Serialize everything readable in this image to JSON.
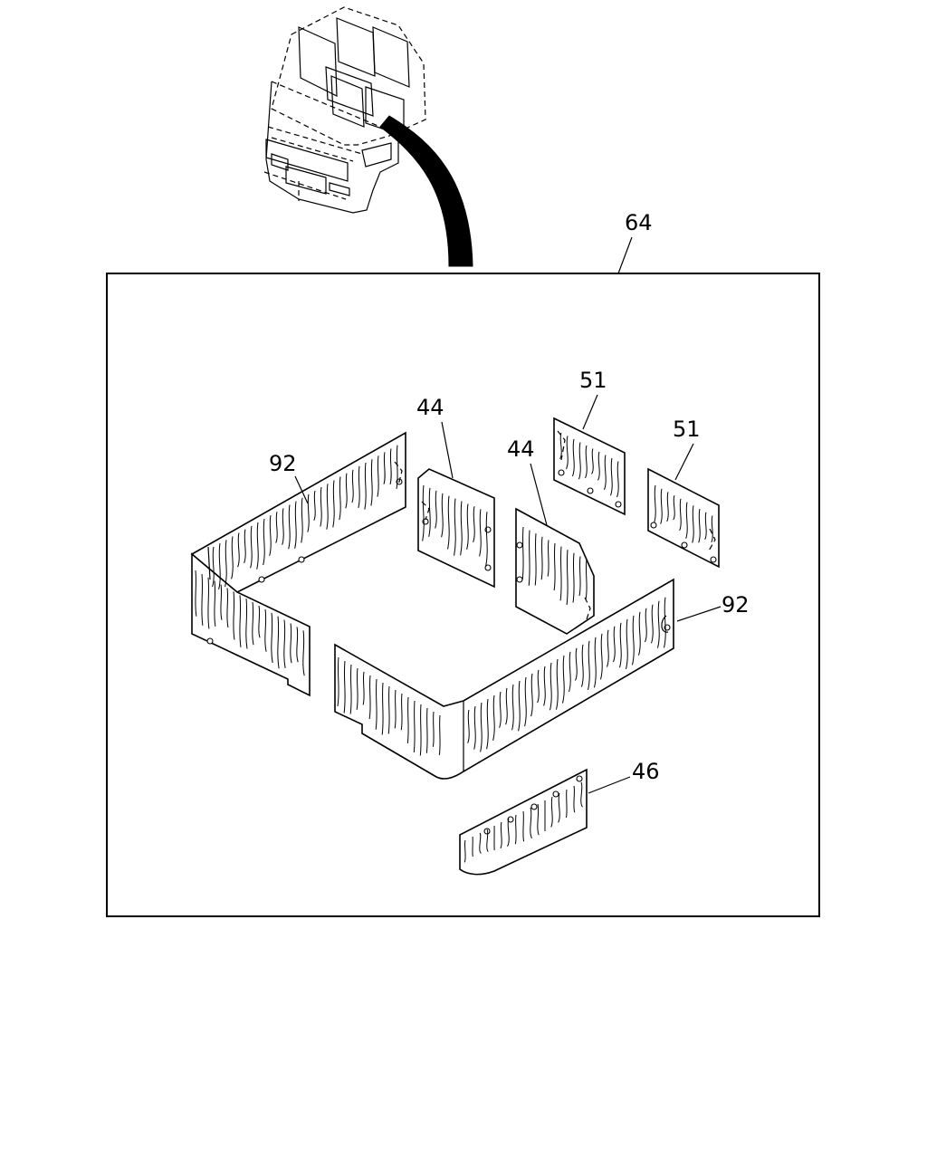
{
  "callouts": {
    "assembly": "64",
    "side_trim_left": "92",
    "side_trim_right": "92",
    "pad_left": "44",
    "pad_right": "44",
    "rear_pad_left": "51",
    "rear_pad_right": "51",
    "front_strip": "46"
  },
  "icons": [
    "truck-cab-icon",
    "pointer-arrow-icon"
  ],
  "colors": {
    "line": "#000000",
    "background": "#ffffff"
  }
}
